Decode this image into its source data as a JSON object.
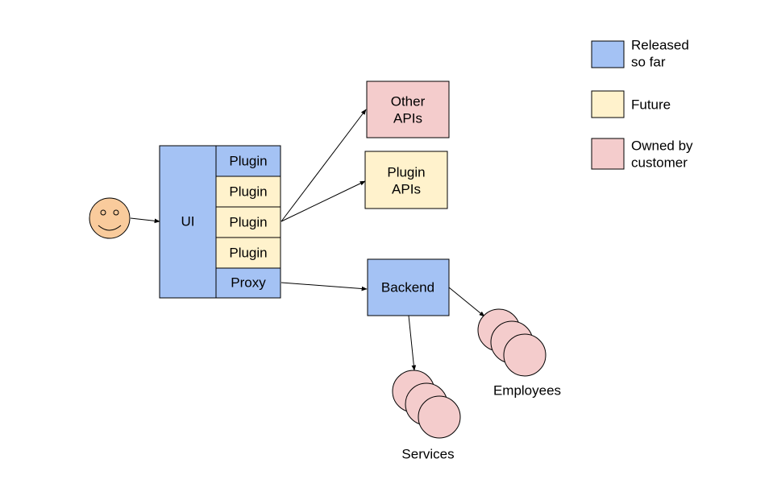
{
  "colors": {
    "released": "#a4c2f4",
    "future": "#fff2cc",
    "customer": "#f4cccc",
    "face": "#f9cb9c",
    "stroke": "#000000"
  },
  "ui": {
    "label": "UI",
    "rows": [
      {
        "label": "Plugin",
        "status": "released"
      },
      {
        "label": "Plugin",
        "status": "future"
      },
      {
        "label": "Plugin",
        "status": "future"
      },
      {
        "label": "Plugin",
        "status": "future"
      },
      {
        "label": "Proxy",
        "status": "released"
      }
    ]
  },
  "nodes": {
    "other_apis": {
      "line1": "Other",
      "line2": "APIs",
      "status": "customer"
    },
    "plugin_apis": {
      "line1": "Plugin",
      "line2": "APIs",
      "status": "future"
    },
    "backend": {
      "label": "Backend",
      "status": "released"
    }
  },
  "groups": {
    "employees": {
      "label": "Employees",
      "status": "customer"
    },
    "services": {
      "label": "Services",
      "status": "customer"
    }
  },
  "user_icon": "smiley-face-icon",
  "legend": [
    {
      "line1": "Released",
      "line2": "so far",
      "status": "released"
    },
    {
      "line1": "Future",
      "line2": "",
      "status": "future"
    },
    {
      "line1": "Owned by",
      "line2": "customer",
      "status": "customer"
    }
  ]
}
